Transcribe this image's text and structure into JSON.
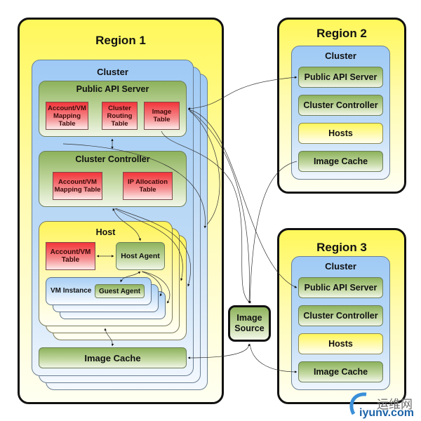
{
  "region1": {
    "title": "Region 1",
    "cluster": {
      "title": "Cluster",
      "public_api_server": {
        "title": "Public API Server",
        "tables": [
          "Account/VM Mapping Table",
          "Cluster Routing Table",
          "Image Table"
        ]
      },
      "cluster_controller": {
        "title": "Cluster Controller",
        "tables": [
          "Account/VM Mapping Table",
          "IP Allocation Table"
        ]
      },
      "host": {
        "title": "Host",
        "table": "Account/VM Table",
        "host_agent": "Host Agent",
        "vm_instance": "VM Instance",
        "guest_agent": "Guest Agent"
      },
      "image_cache": "Image Cache"
    }
  },
  "region2": {
    "title": "Region 2",
    "cluster": {
      "title": "Cluster",
      "items": [
        "Public API Server",
        "Cluster Controller",
        "Hosts",
        "Image Cache"
      ]
    }
  },
  "region3": {
    "title": "Region 3",
    "cluster": {
      "title": "Cluster",
      "items": [
        "Public API Server",
        "Cluster Controller",
        "Hosts",
        "Image Cache"
      ]
    }
  },
  "image_source": "Image Source",
  "watermark": {
    "cn": "运维网",
    "site": "iyunv.com"
  }
}
